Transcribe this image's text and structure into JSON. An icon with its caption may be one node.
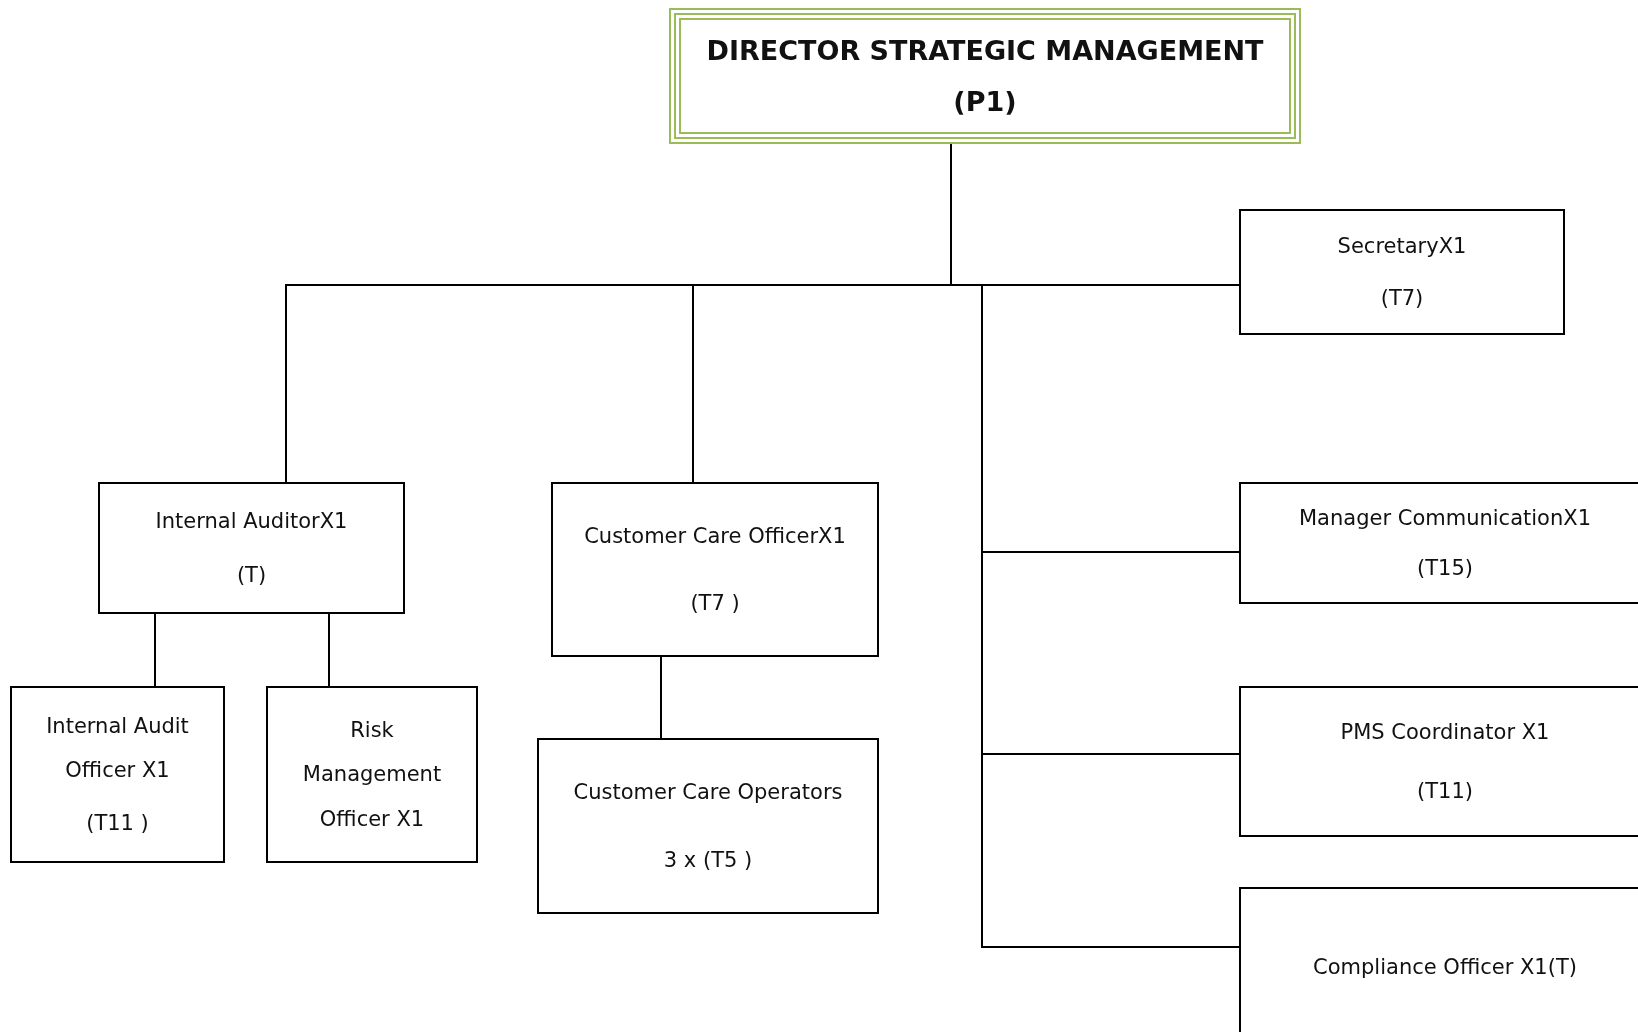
{
  "diagram": {
    "nodes": [
      {
        "text": [
          "DIRECTOR STRATEGIC MANAGEMENT",
          "(P1)"
        ]
      },
      {
        "text": [
          "SecretaryX1",
          "(T7)"
        ]
      },
      {
        "text": [
          "Internal AuditorX1",
          "(T)"
        ]
      },
      {
        "text": [
          "Customer Care OfficerX1",
          "(T7 )"
        ]
      },
      {
        "text": [
          "Manager CommunicationX1",
          "(T15)"
        ]
      },
      {
        "text": [
          "Internal Audit Officer X1",
          "(T11 )"
        ]
      },
      {
        "text": [
          "Risk Management Officer X1"
        ]
      },
      {
        "text": [
          "Customer Care Operators",
          "3 x (T5 )"
        ]
      },
      {
        "text": [
          "PMS Coordinator X1",
          "(T11)"
        ]
      },
      {
        "text": [
          "Compliance Officer X1(T)"
        ]
      }
    ],
    "edges": [
      {
        "from": 0,
        "to": 1,
        "arrow": "none"
      },
      {
        "from": 0,
        "to": 2,
        "arrow": "none"
      },
      {
        "from": 0,
        "to": 3,
        "arrow": "none"
      },
      {
        "from": 0,
        "to": 4,
        "arrow": "none"
      },
      {
        "from": 0,
        "to": 8,
        "arrow": "none"
      },
      {
        "from": 0,
        "to": 9,
        "arrow": "none"
      },
      {
        "from": 2,
        "to": 5,
        "arrow": "none"
      },
      {
        "from": 2,
        "to": 6,
        "arrow": "none"
      },
      {
        "from": 3,
        "to": 7,
        "arrow": "none"
      }
    ]
  }
}
